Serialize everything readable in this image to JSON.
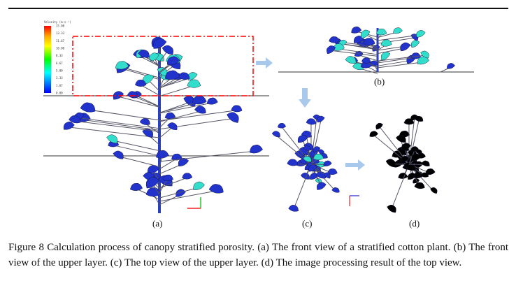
{
  "figure": {
    "legend": {
      "title": "Velocity (m·s⁻¹)",
      "ticks": [
        "15.00",
        "13.33",
        "11.67",
        "10.00",
        "8.33",
        "6.67",
        "5.00",
        "3.33",
        "1.67",
        "0.00"
      ],
      "colors": [
        "#ff0000",
        "#ffa500",
        "#ffff00",
        "#00ff00",
        "#00ffff",
        "#0000ff"
      ]
    },
    "panels": [
      {
        "id": "a",
        "label": "(a)"
      },
      {
        "id": "b",
        "label": "(b)"
      },
      {
        "id": "c",
        "label": "(c)"
      },
      {
        "id": "d",
        "label": "(d)"
      }
    ],
    "colors": {
      "leaf": "#2233cc",
      "highlight": "#33ddcc",
      "frame": "#ff0000",
      "arrow": "#a8c8ec"
    }
  },
  "caption": "Figure 8 Calculation process of canopy stratified porosity. (a) The front view of a stratified cotton plant. (b) The front view of the upper layer. (c) The top view of the upper layer. (d) The image processing result of the top view."
}
